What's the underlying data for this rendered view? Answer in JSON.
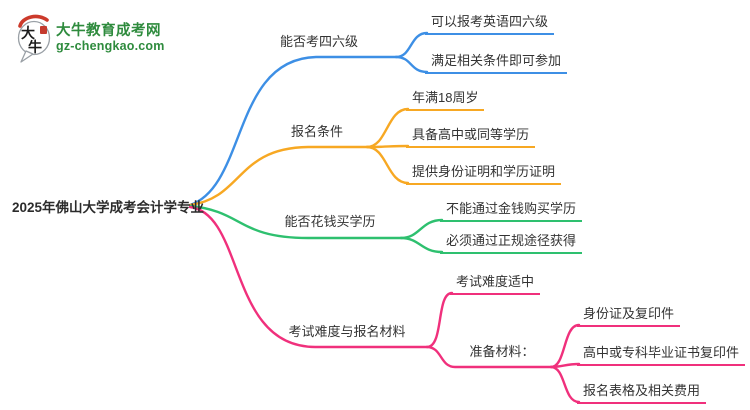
{
  "logo": {
    "mark_char_top": "大",
    "mark_char_bottom": "牛",
    "site_name": "大牛教育成考网",
    "site_domain": "gz-chengkao.com"
  },
  "colors": {
    "branch_cet_blue": "#3d8fe5",
    "branch_enroll_orange": "#f7a823",
    "branch_degree_green": "#2ec06f",
    "branch_exam_pink": "#f0307c",
    "logo_green": "#2e8b3d",
    "logo_seal_red": "#c53b2e",
    "text": "#333333"
  },
  "mindmap": {
    "root": "2025年佛山大学成考会计学专业",
    "branches": [
      {
        "label": "能否考四六级",
        "children": [
          {
            "label": "可以报考英语四六级"
          },
          {
            "label": "满足相关条件即可参加"
          }
        ]
      },
      {
        "label": "报名条件",
        "children": [
          {
            "label": "年满18周岁"
          },
          {
            "label": "具备高中或同等学历"
          },
          {
            "label": "提供身份证明和学历证明"
          }
        ]
      },
      {
        "label": "能否花钱买学历",
        "children": [
          {
            "label": "不能通过金钱购买学历"
          },
          {
            "label": "必须通过正规途径获得"
          }
        ]
      },
      {
        "label": "考试难度与报名材料",
        "children": [
          {
            "label": "考试难度适中"
          },
          {
            "label": "准备材料：",
            "children": [
              {
                "label": "身份证及复印件"
              },
              {
                "label": "高中或专科毕业证书复印件"
              },
              {
                "label": "报名表格及相关费用"
              }
            ]
          }
        ]
      }
    ]
  }
}
